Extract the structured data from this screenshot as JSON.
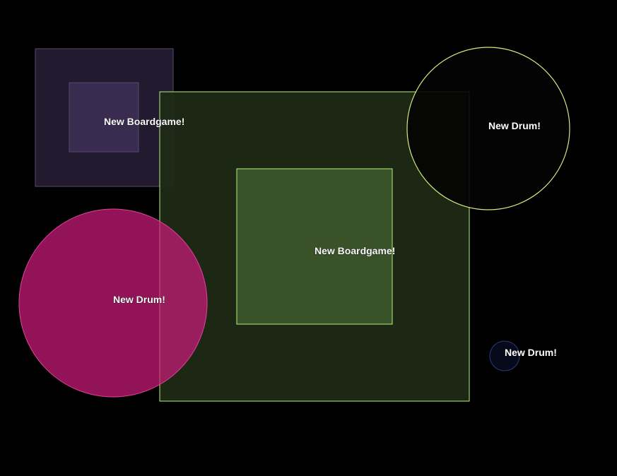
{
  "canvas": {
    "background": "#000000"
  },
  "items": [
    {
      "kind": "boardgame",
      "shape": "square",
      "label": "New Boardgame!",
      "fill_outer": "#221a2e",
      "fill_inner": "#3a2b50",
      "stroke": "#574a6e"
    },
    {
      "kind": "boardgame",
      "shape": "square",
      "label": "New Boardgame!",
      "fill_outer": "#1e2a16",
      "fill_inner": "#3a5228",
      "stroke": "#b8ee7a"
    },
    {
      "kind": "drum",
      "shape": "circle",
      "label": "New Drum!",
      "fill": "#040404",
      "stroke": "#d6ea7c"
    },
    {
      "kind": "drum",
      "shape": "circle",
      "label": "New Drum!",
      "fill": "#cc1a7a",
      "stroke": "#e0449a"
    },
    {
      "kind": "drum",
      "shape": "circle",
      "label": "New Drum!",
      "fill": "#070a1a",
      "stroke": "#2a3c7a"
    }
  ]
}
